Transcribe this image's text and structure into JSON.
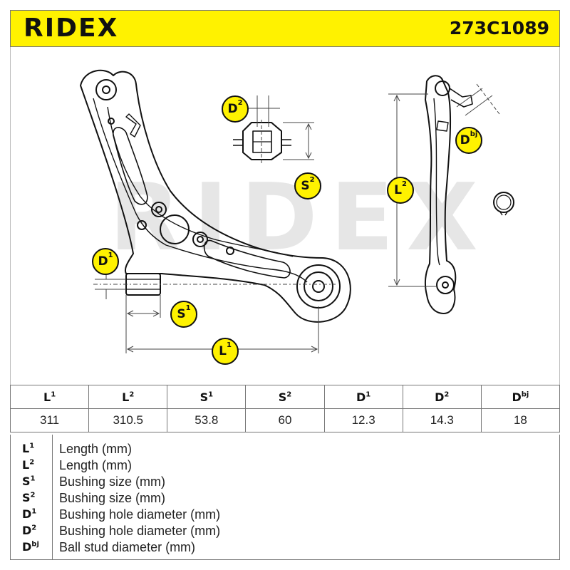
{
  "header": {
    "brand": "RIDEX",
    "part_number": "273C1089"
  },
  "watermark": "RIDEX",
  "colors": {
    "accent": "#fff200",
    "line": "#111111"
  },
  "badges": {
    "l1": {
      "base": "L",
      "sup": "1"
    },
    "l2": {
      "base": "L",
      "sup": "2"
    },
    "s1": {
      "base": "S",
      "sup": "1"
    },
    "s2": {
      "base": "S",
      "sup": "2"
    },
    "d1": {
      "base": "D",
      "sup": "1"
    },
    "d2": {
      "base": "D",
      "sup": "2"
    },
    "dbj": {
      "base": "D",
      "sup": "bj"
    }
  },
  "table": {
    "columns": [
      {
        "base": "L",
        "sup": "1"
      },
      {
        "base": "L",
        "sup": "2"
      },
      {
        "base": "S",
        "sup": "1"
      },
      {
        "base": "S",
        "sup": "2"
      },
      {
        "base": "D",
        "sup": "1"
      },
      {
        "base": "D",
        "sup": "2"
      },
      {
        "base": "D",
        "sup": "bj"
      }
    ],
    "values": [
      "311",
      "310.5",
      "53.8",
      "60",
      "12.3",
      "14.3",
      "18"
    ]
  },
  "legend": [
    {
      "base": "L",
      "sup": "1",
      "desc": "Length (mm)"
    },
    {
      "base": "L",
      "sup": "2",
      "desc": "Length (mm)"
    },
    {
      "base": "S",
      "sup": "1",
      "desc": "Bushing size (mm)"
    },
    {
      "base": "S",
      "sup": "2",
      "desc": "Bushing size (mm)"
    },
    {
      "base": "D",
      "sup": "1",
      "desc": "Bushing hole diameter (mm)"
    },
    {
      "base": "D",
      "sup": "2",
      "desc": "Bushing hole diameter (mm)"
    },
    {
      "base": "D",
      "sup": "bj",
      "desc": "Ball stud diameter (mm)"
    }
  ]
}
